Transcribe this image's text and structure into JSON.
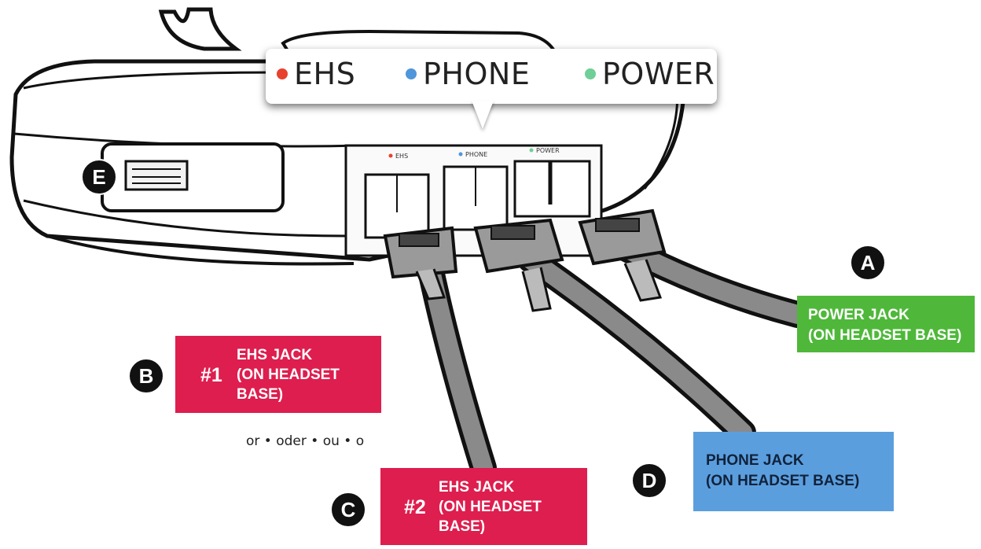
{
  "legend": {
    "items": [
      {
        "label": "EHS",
        "color": "#e8412d"
      },
      {
        "label": "PHONE",
        "color": "#4f96da"
      },
      {
        "label": "POWER",
        "color": "#6fcf97"
      }
    ]
  },
  "port_labels": {
    "ehs": "EHS",
    "phone": "PHONE",
    "power": "POWER"
  },
  "badges": {
    "a": "A",
    "b": "B",
    "c": "C",
    "d": "D",
    "e": "E"
  },
  "tags": {
    "ehs1": {
      "num": "#1",
      "line1": "EHS JACK",
      "line2": "(ON HEADSET",
      "line3": "BASE)"
    },
    "ehs2": {
      "num": "#2",
      "line1": "EHS JACK",
      "line2": "(ON HEADSET",
      "line3": "BASE)"
    },
    "power": {
      "line1": "POWER JACK",
      "line2": "(ON HEADSET BASE)"
    },
    "phone": {
      "line1": "PHONE JACK",
      "line2": "(ON HEADSET BASE)"
    }
  },
  "or_text": "or • oder • ou • o",
  "colors": {
    "ehs_tag": "#de1e4e",
    "power_tag": "#4fb83a",
    "phone_tag": "#5b9ede"
  }
}
